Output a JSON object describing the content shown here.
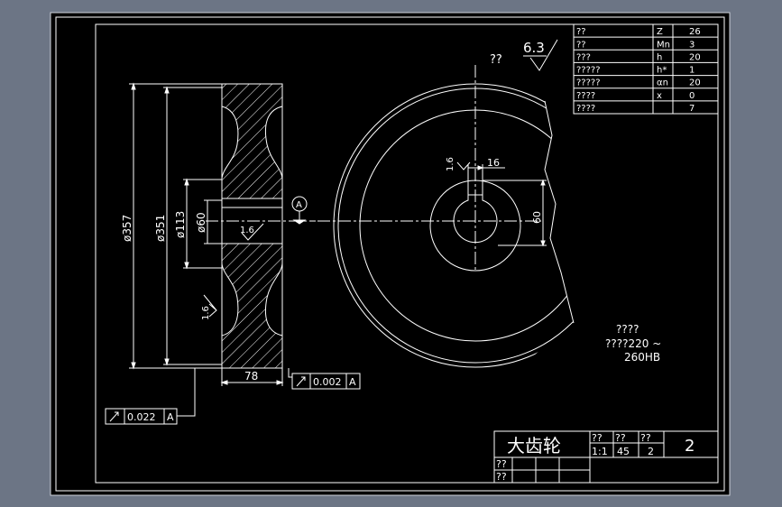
{
  "colors": {
    "app_background": "#6c7585",
    "paper": "#000000",
    "line": "#ffffff",
    "hatch": "#ffffff"
  },
  "section_view": {
    "dim_357": "ø357",
    "dim_351": "ø351",
    "dim_113": "ø113",
    "dim_60": "ø60",
    "dim_78": "78",
    "rough_bore": "1.6",
    "rough_face": "1.6",
    "datum": "A"
  },
  "tolerances": {
    "runout_face": {
      "value": "0.002",
      "datum": "A"
    },
    "runout_rim": {
      "value": "0.022",
      "datum": "A"
    }
  },
  "front_view": {
    "unknown_label": "??",
    "overall_roughness": "6.3",
    "rough_keyway": "1.6",
    "keyway_width": "16",
    "keyway_depth": "60"
  },
  "params_table": {
    "rows": [
      {
        "name": "??",
        "sym": "Z",
        "val": "26"
      },
      {
        "name": "??",
        "sym": "Mn",
        "val": "3"
      },
      {
        "name": "???",
        "sym": "h",
        "val": "20"
      },
      {
        "name": "?????",
        "sym": "h*",
        "val": "1"
      },
      {
        "name": "?????",
        "sym": "αn",
        "val": "20"
      },
      {
        "name": "????",
        "sym": "x",
        "val": "0"
      },
      {
        "name": "????",
        "sym": "",
        "val": "7"
      }
    ]
  },
  "notes": {
    "title": "????",
    "line1": "????220 ~",
    "line2": "260HB"
  },
  "title_block": {
    "part_name": "大齿轮",
    "h1": "??",
    "h2": "??",
    "h3": "??",
    "scale": "1:1",
    "material": "45",
    "qty": "2",
    "drawing_no": "2",
    "label_a": "??",
    "label_b": "??"
  }
}
